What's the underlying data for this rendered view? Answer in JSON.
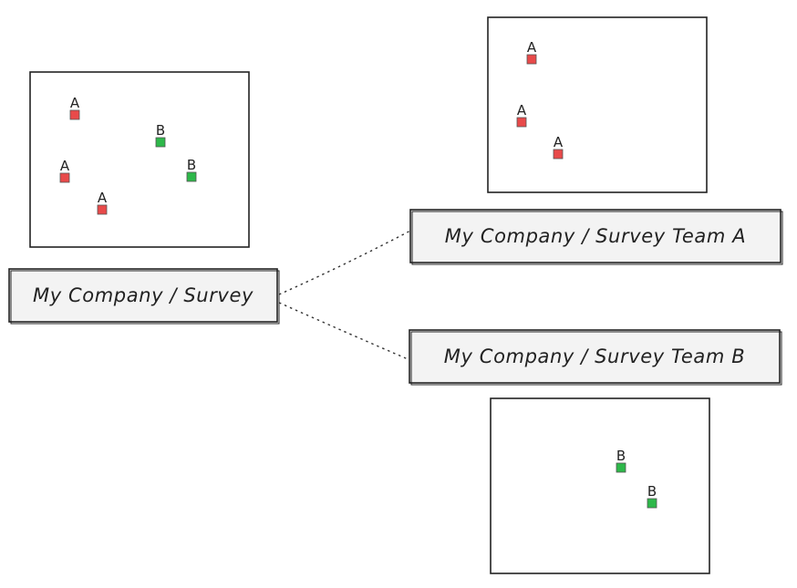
{
  "source_box": {
    "label": "My Company / Survey"
  },
  "team_a_box": {
    "label": "My Company / Survey Team A"
  },
  "team_b_box": {
    "label": "My Company / Survey Team B"
  },
  "colors": {
    "marker_a": "#e84a4a",
    "marker_b": "#2eb84a",
    "label_fill": "#f3f3f3",
    "stroke": "#222222"
  },
  "panels": [
    {
      "id": "source",
      "points": [
        {
          "label": "A",
          "group": "A"
        },
        {
          "label": "B",
          "group": "B"
        },
        {
          "label": "B",
          "group": "B"
        },
        {
          "label": "A",
          "group": "A"
        },
        {
          "label": "A",
          "group": "A"
        }
      ]
    },
    {
      "id": "team-a",
      "points": [
        {
          "label": "A",
          "group": "A"
        },
        {
          "label": "A",
          "group": "A"
        },
        {
          "label": "A",
          "group": "A"
        }
      ]
    },
    {
      "id": "team-b",
      "points": [
        {
          "label": "B",
          "group": "B"
        },
        {
          "label": "B",
          "group": "B"
        }
      ]
    }
  ]
}
